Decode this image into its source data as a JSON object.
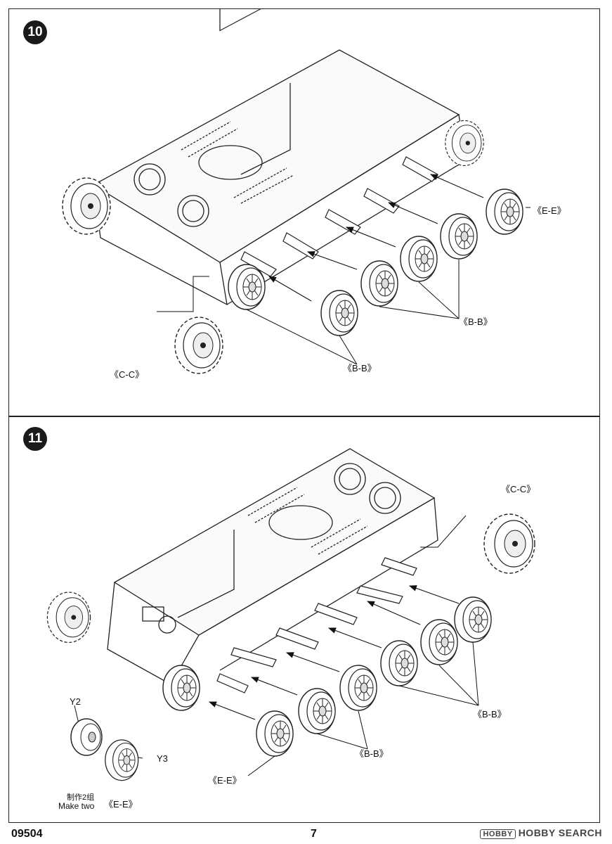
{
  "steps": {
    "step10": {
      "number": "10",
      "labels": {
        "ee": "《E-E》",
        "bb_right": "《B-B》",
        "bb_bottom": "《B-B》",
        "cc": "《C-C》"
      }
    },
    "step11": {
      "number": "11",
      "labels": {
        "cc": "《C-C》",
        "bb_right": "《B-B》",
        "bb_mid": "《B-B》",
        "ee_main": "《E-E》",
        "y2": "Y2",
        "y3": "Y3",
        "ee_sub": "《E-E》"
      },
      "note_cn": "制作2组",
      "note_en": "Make two"
    }
  },
  "footer": {
    "model_number": "09504",
    "page_number": "7",
    "watermark_badge": "HOBBY",
    "watermark_text": "HOBBY SEARCH"
  },
  "icons": [
    "road-wheel-icon",
    "sprocket-icon",
    "idler-wheel-icon",
    "arrow-icon"
  ]
}
